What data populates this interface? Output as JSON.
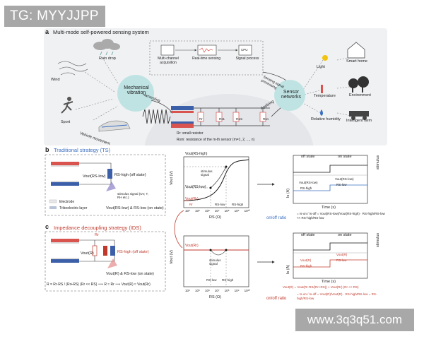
{
  "watermarks": {
    "top_left": "TG: MYYJJPP",
    "bottom_right": "www.3q3q51.com"
  },
  "panel_a": {
    "letter": "a",
    "title": "Multi-mode self-powered sensing system",
    "sources": [
      "Wind",
      "Rain drop",
      "Sport",
      "Vehicle movement"
    ],
    "center_node": "Mechanical vibration",
    "harvesting": "Harvesting",
    "modules": [
      "Multi-channel acquisition",
      "Real-time sensing",
      "Signal process"
    ],
    "cpu": "CPU",
    "applying": "Applying",
    "sensing_label": "Sensing signal processing",
    "sensor_networks": "Sensor networks",
    "stimuli": [
      "Light",
      "Temperature",
      "Relative humidity"
    ],
    "applications": [
      "Smart home",
      "Environment",
      "Intelligent farm"
    ],
    "resistors": [
      "Rr",
      "Rs1",
      "Rsm",
      "Rsn"
    ],
    "legend_r": "Rr: small resistor",
    "legend_rs": "Rsm: resistance of the m-th sensor (m=1, 2, ..., n)"
  },
  "panel_b": {
    "letter": "b",
    "title": "Traditional strategy (TS)",
    "vout_label": "Vout(RS-low)",
    "rhigh_label": "RS-high (off state)",
    "stimulus": "stimulus signal (UV, T, RH etc.)",
    "electrode": "Electrode",
    "tribo": "Triboelectric layer",
    "bottom_line": "Vout(RS-low) & RS-low (on state)",
    "plot": {
      "ylabel": "Vout (V)",
      "xlabel": "RS (Ω)",
      "ticks": [
        "10⁴",
        "10⁵",
        "10⁶",
        "10⁷",
        "10⁸",
        "10⁹",
        "10¹⁰"
      ],
      "ann": [
        "Vout(RS-high)",
        "Vout(RS-low)",
        "Vout(Rr)",
        "Rr",
        "RS-low",
        "RS-high",
        "stimulus signal"
      ]
    },
    "states": {
      "off": "off state",
      "on": "on state",
      "ylabel": "stimulus",
      "ylabel2": "Is (A)",
      "xlabel": "Time (s)",
      "f1": [
        "Vout(RS-low)",
        "RS-high",
        "Vout(RS-low)",
        "RS-low"
      ]
    },
    "ratio": {
      "label": "on/off ratio",
      "eq": "= Is-on / Is-off = Vout(RS-low)/Vout(RS-high) · RS-high/RS-low << RS-high/RS-low"
    }
  },
  "panel_c": {
    "letter": "c",
    "title": "Impedance decoupling strategy (IDS)",
    "rr_label": "Rr",
    "vout_label": "Vout(R)",
    "rhigh_label": "RS-high (off state)",
    "bottom_line": "Vout(R) & RS-low (on state)",
    "formula": "R = Rr·RS / (Rr+RS)  (Rr << RS)  ⟹ R ≈ Rr ⟹ Vout(R) ≈ Vout(Rr)",
    "plot": {
      "ylabel": "Vout (V)",
      "xlabel": "RS (Ω)",
      "ticks": [
        "10⁴",
        "10⁵",
        "10⁶",
        "10⁷",
        "10⁸",
        "10⁹",
        "10¹⁰"
      ],
      "ann": [
        "Vout(Rr)",
        "stimulus signal",
        "RS-low",
        "RS-high"
      ]
    },
    "states": {
      "off": "off state",
      "on": "on state",
      "ylabel": "stimulus",
      "ylabel2": "Is (A)",
      "xlabel": "Time (s)",
      "f1": [
        "Vout(R)",
        "RS-high",
        "Vout(R)",
        "RS-low"
      ]
    },
    "eq1": "Vout(R) = Vout(Rr·RS/(Rr+RS)) ≈ Vout(Rr)  (Rr << RS)",
    "ratio": {
      "label": "on/off ratio",
      "eq": "= Is-on / Is-off = Vout(R)/Vout(R) · RS-high/RS-low = RS-high/RS-low"
    }
  },
  "colors": {
    "blue": "#3b6fc2",
    "red": "#c0392b",
    "teal": "#bfe3e3",
    "electrode_red": "#d9534f",
    "electrode_blue": "#3b5fa8"
  }
}
